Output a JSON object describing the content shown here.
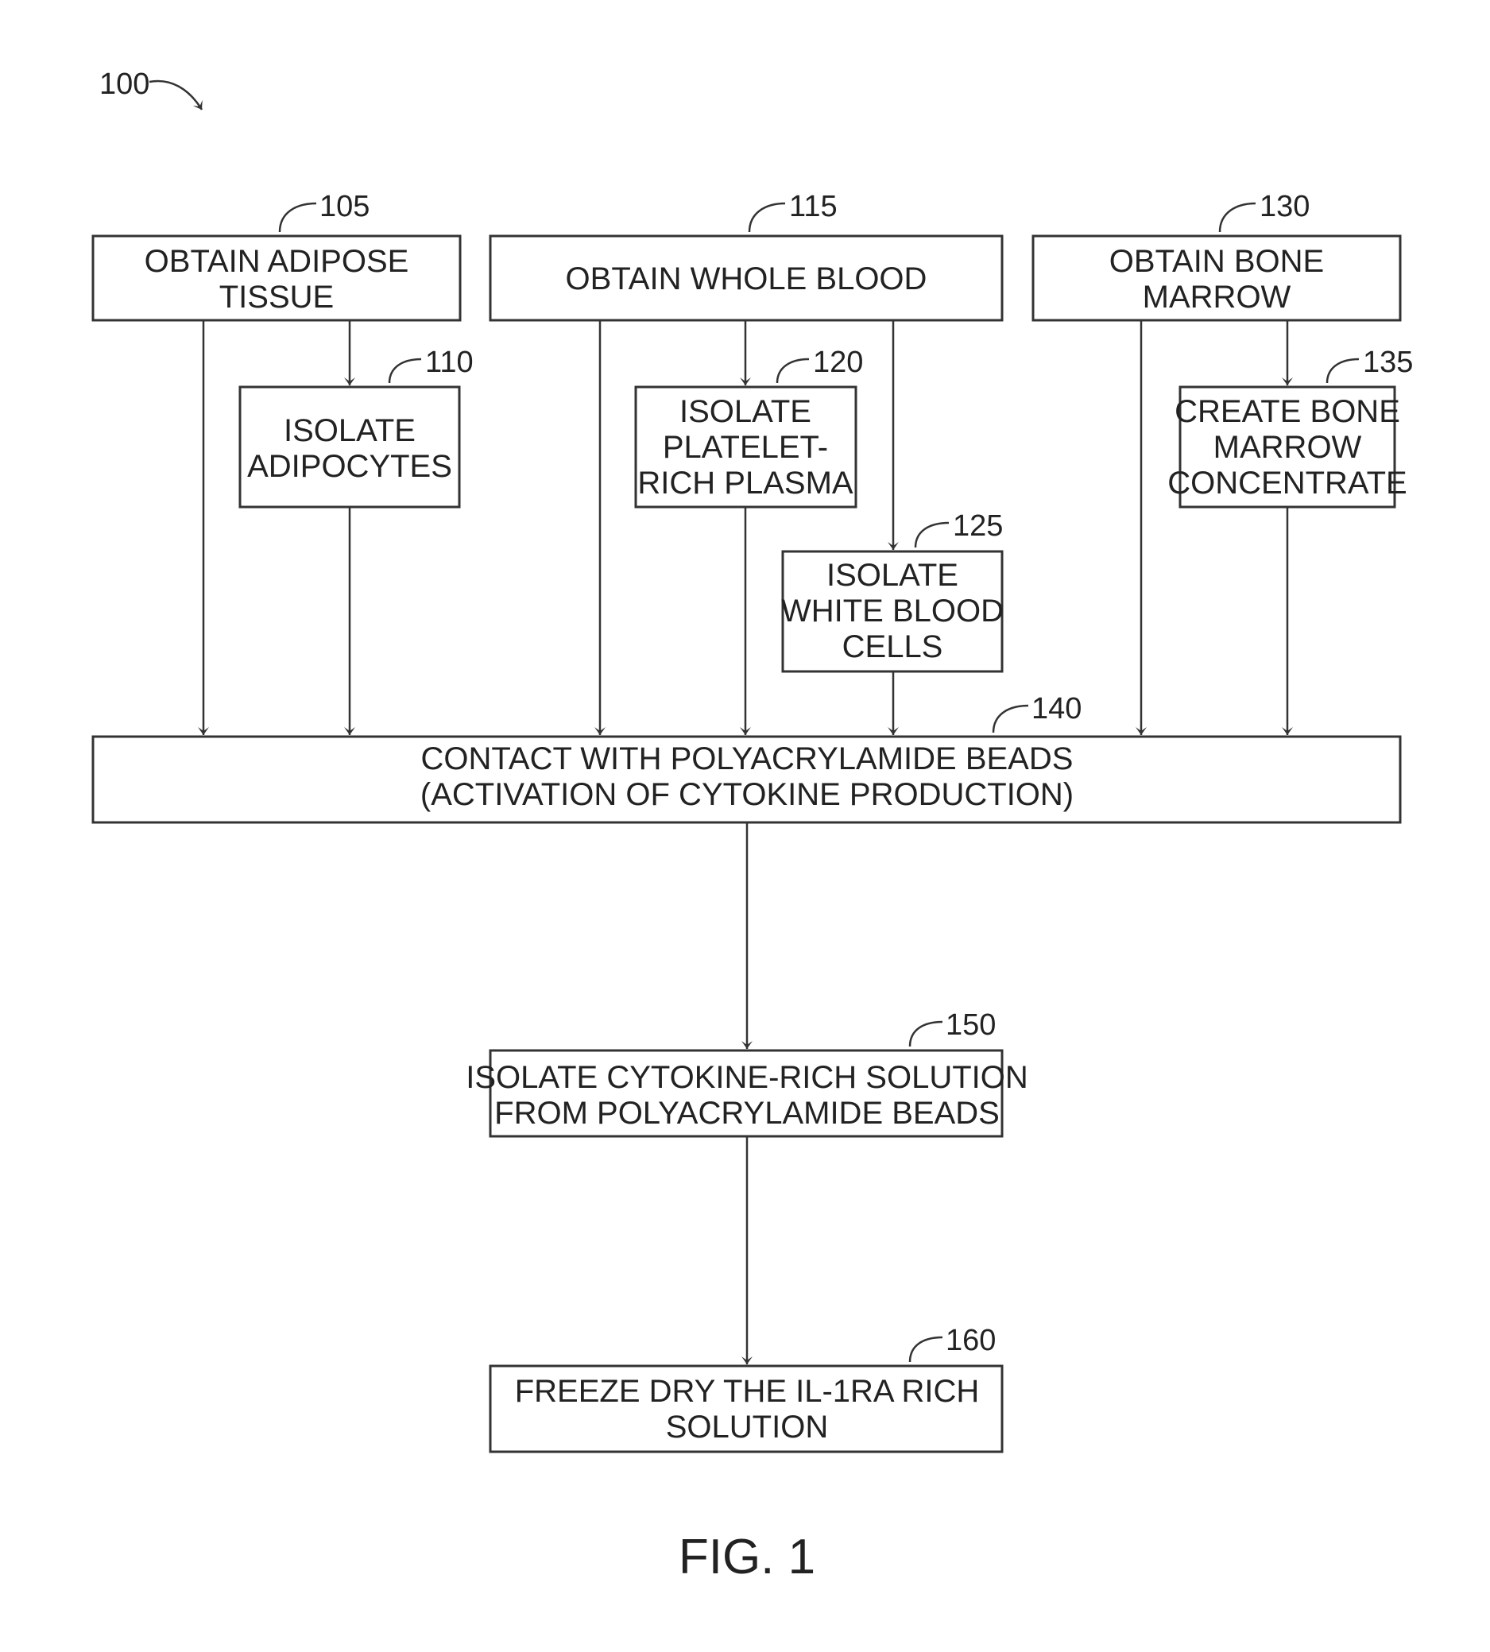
{
  "diagram_ref": "100",
  "figure_caption": "FIG. 1",
  "steps": {
    "s105": {
      "ref": "105",
      "lines": [
        "OBTAIN ADIPOSE",
        "TISSUE"
      ]
    },
    "s110": {
      "ref": "110",
      "lines": [
        "ISOLATE",
        "ADIPOCYTES"
      ]
    },
    "s115": {
      "ref": "115",
      "lines": [
        "OBTAIN WHOLE BLOOD"
      ]
    },
    "s120": {
      "ref": "120",
      "lines": [
        "ISOLATE",
        "PLATELET-",
        "RICH PLASMA"
      ]
    },
    "s125": {
      "ref": "125",
      "lines": [
        "ISOLATE",
        "WHITE BLOOD",
        "CELLS"
      ]
    },
    "s130": {
      "ref": "130",
      "lines": [
        "OBTAIN BONE",
        "MARROW"
      ]
    },
    "s135": {
      "ref": "135",
      "lines": [
        "CREATE BONE",
        "MARROW",
        "CONCENTRATE"
      ]
    },
    "s140": {
      "ref": "140",
      "lines": [
        "CONTACT WITH POLYACRYLAMIDE BEADS",
        "(ACTIVATION OF CYTOKINE PRODUCTION)"
      ]
    },
    "s150": {
      "ref": "150",
      "lines": [
        "ISOLATE CYTOKINE-RICH SOLUTION",
        "FROM POLYACRYLAMIDE BEADS"
      ]
    },
    "s160": {
      "ref": "160",
      "lines": [
        "FREEZE DRY THE IL-1RA RICH",
        "SOLUTION"
      ]
    }
  },
  "connections": [
    [
      "s105",
      "s110"
    ],
    [
      "s105",
      "s140"
    ],
    [
      "s110",
      "s140"
    ],
    [
      "s115",
      "s120"
    ],
    [
      "s115",
      "s125"
    ],
    [
      "s115",
      "s140"
    ],
    [
      "s120",
      "s140"
    ],
    [
      "s125",
      "s140"
    ],
    [
      "s130",
      "s135"
    ],
    [
      "s130",
      "s140"
    ],
    [
      "s135",
      "s140"
    ],
    [
      "s140",
      "s150"
    ],
    [
      "s150",
      "s160"
    ]
  ]
}
